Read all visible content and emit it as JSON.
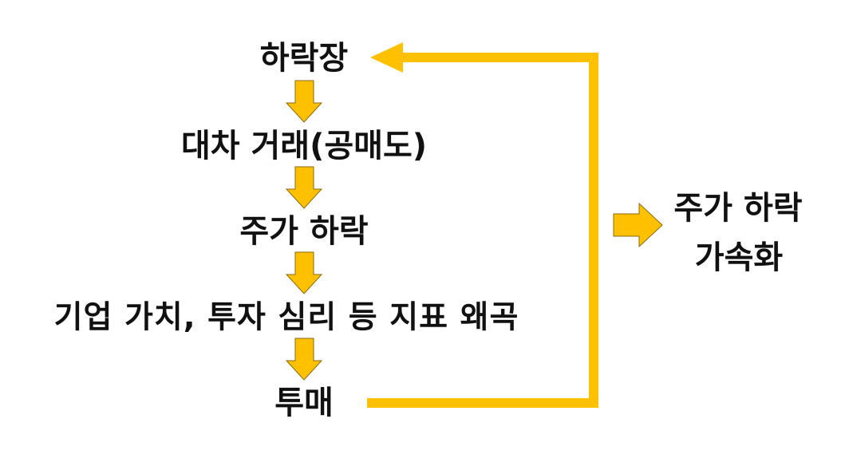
{
  "colors": {
    "arrow_fill": "#FFC000",
    "arrow_stroke": "#8A6A10",
    "feedback_line": "#FFC000",
    "text": "#111111",
    "background": "#FFFFFF"
  },
  "flow": {
    "steps": [
      "하락장",
      "대차 거래(공매도)",
      "주가 하락",
      "기업 가치, 투자 심리 등 지표 왜곡",
      "투매"
    ]
  },
  "result": {
    "line1": "주가 하락",
    "line2": "가속화"
  },
  "icons": {
    "down_arrow": "down-arrow-icon",
    "right_arrow": "right-arrow-icon",
    "feedback_arrowhead": "left-arrowhead-icon"
  }
}
